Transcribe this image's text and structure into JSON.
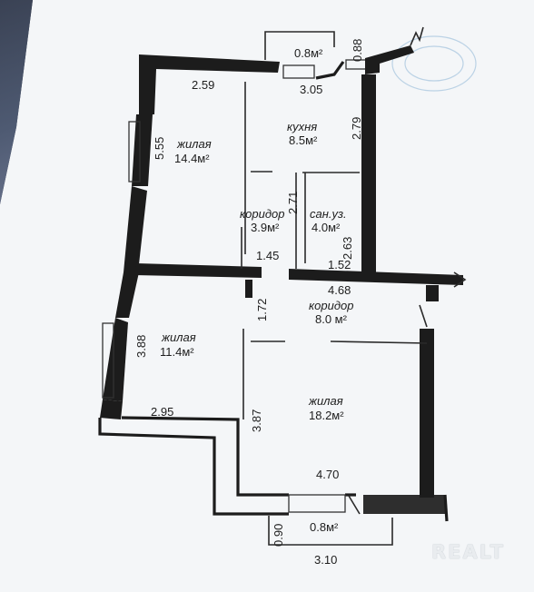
{
  "rooms": [
    {
      "id": "living-1",
      "name": "жилая",
      "area": "14.4м²"
    },
    {
      "id": "kitchen",
      "name": "кухня",
      "area": "8.5м²"
    },
    {
      "id": "corridor-1",
      "name": "коридор",
      "area": "3.9м²"
    },
    {
      "id": "bathroom",
      "name": "сан.уз.",
      "area": "4.0м²"
    },
    {
      "id": "corridor-2",
      "name": "коридор",
      "area": "8.0 м²"
    },
    {
      "id": "living-2",
      "name": "жилая",
      "area": "11.4м²"
    },
    {
      "id": "living-3",
      "name": "жилая",
      "area": "18.2м²"
    }
  ],
  "balconies": [
    {
      "id": "balcony-top",
      "area": "0.8м²"
    },
    {
      "id": "balcony-bottom",
      "area": "0.8м²"
    }
  ],
  "dimensions": {
    "d_259": "2.59",
    "d_305": "3.05",
    "d_555": "5.55",
    "d_279": "2.79",
    "d_088": "0.88",
    "d_271": "2.71",
    "d_145": "1.45",
    "d_152": "1.52",
    "d_263": "2.63",
    "d_468": "4.68",
    "d_172": "1.72",
    "d_388": "3.88",
    "d_295": "2.95",
    "d_387": "3.87",
    "d_470": "4.70",
    "d_090": "0.90",
    "d_310": "3.10"
  },
  "watermark": "REALT"
}
